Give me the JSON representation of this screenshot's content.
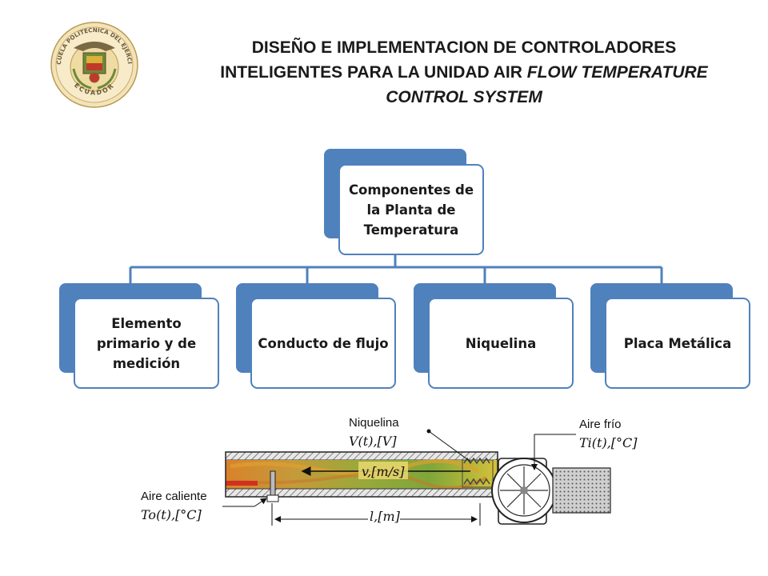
{
  "seal": {
    "top_text": "ESCUELA POLITECNICA DEL EJERCITO",
    "bottom_text": "ECUADOR"
  },
  "title": {
    "line1": "DISEÑO E IMPLEMENTACION DE CONTROLADORES",
    "line2_plain": "INTELIGENTES PARA LA UNIDAD AIR ",
    "line2_italic": "FLOW TEMPERATURE",
    "line3_italic": "CONTROL SYSTEM"
  },
  "org_chart": {
    "root": "Componentes de la Planta de Temperatura",
    "children": [
      "Elemento primario y de medición",
      "Conducto de flujo",
      "Niquelina",
      "Placa Metálica"
    ]
  },
  "colors": {
    "node_blue": "#4f81bd",
    "connector": "#4f81bd"
  },
  "system_diagram": {
    "niquelina_label": "Niquelina",
    "voltage_label": "V(t),[V]",
    "air_cold_label": "Aire frío",
    "ti_label": "Ti(t),[°C]",
    "velocity_label": "v,[m/s]",
    "air_hot_label": "Aire caliente",
    "to_label": "To(t),[°C]",
    "length_label": "l,[m]"
  }
}
